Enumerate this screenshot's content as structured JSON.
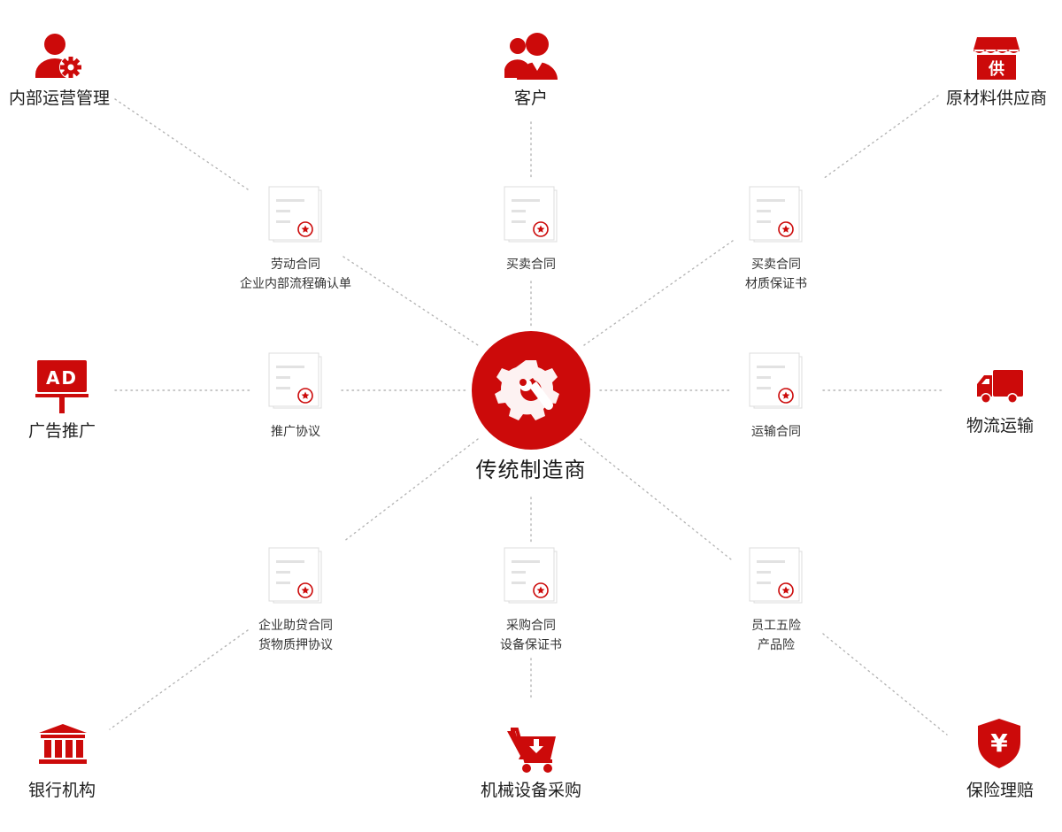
{
  "center": {
    "label": "传统制造商",
    "icon": "gear-wrench-icon"
  },
  "parties": [
    {
      "id": "internal",
      "label": "内部运营管理",
      "icon": "user-gear-icon"
    },
    {
      "id": "customer",
      "label": "客户",
      "icon": "customers-icon"
    },
    {
      "id": "supplier",
      "label": "原材料供应商",
      "icon": "supplier-shop-icon"
    },
    {
      "id": "ads",
      "label": "广告推广",
      "icon": "ad-sign-icon"
    },
    {
      "id": "logistics",
      "label": "物流运输",
      "icon": "truck-icon"
    },
    {
      "id": "bank",
      "label": "银行机构",
      "icon": "bank-icon"
    },
    {
      "id": "equipment",
      "label": "机械设备采购",
      "icon": "cart-icon"
    },
    {
      "id": "insurance",
      "label": "保险理赔",
      "icon": "yen-shield-icon"
    }
  ],
  "documents": [
    {
      "id": "internal",
      "lines": [
        "劳动合同",
        "企业内部流程确认单"
      ]
    },
    {
      "id": "customer",
      "lines": [
        "买卖合同"
      ]
    },
    {
      "id": "supplier",
      "lines": [
        "买卖合同",
        "材质保证书"
      ]
    },
    {
      "id": "ads",
      "lines": [
        "推广协议"
      ]
    },
    {
      "id": "logistics",
      "lines": [
        "运输合同"
      ]
    },
    {
      "id": "bank",
      "lines": [
        "企业助贷合同",
        "货物质押协议"
      ]
    },
    {
      "id": "equipment",
      "lines": [
        "采购合同",
        "设备保证书"
      ]
    },
    {
      "id": "insurance",
      "lines": [
        "员工五险",
        "产品险"
      ]
    }
  ],
  "icon_text": {
    "ad": "AD",
    "supply": "供",
    "yen": "¥"
  },
  "colors": {
    "accent": "#cc0a0a",
    "line": "#b5b5b5",
    "doc_stroke": "#dcdcdc",
    "doc_bar": "#e2e2e2"
  }
}
